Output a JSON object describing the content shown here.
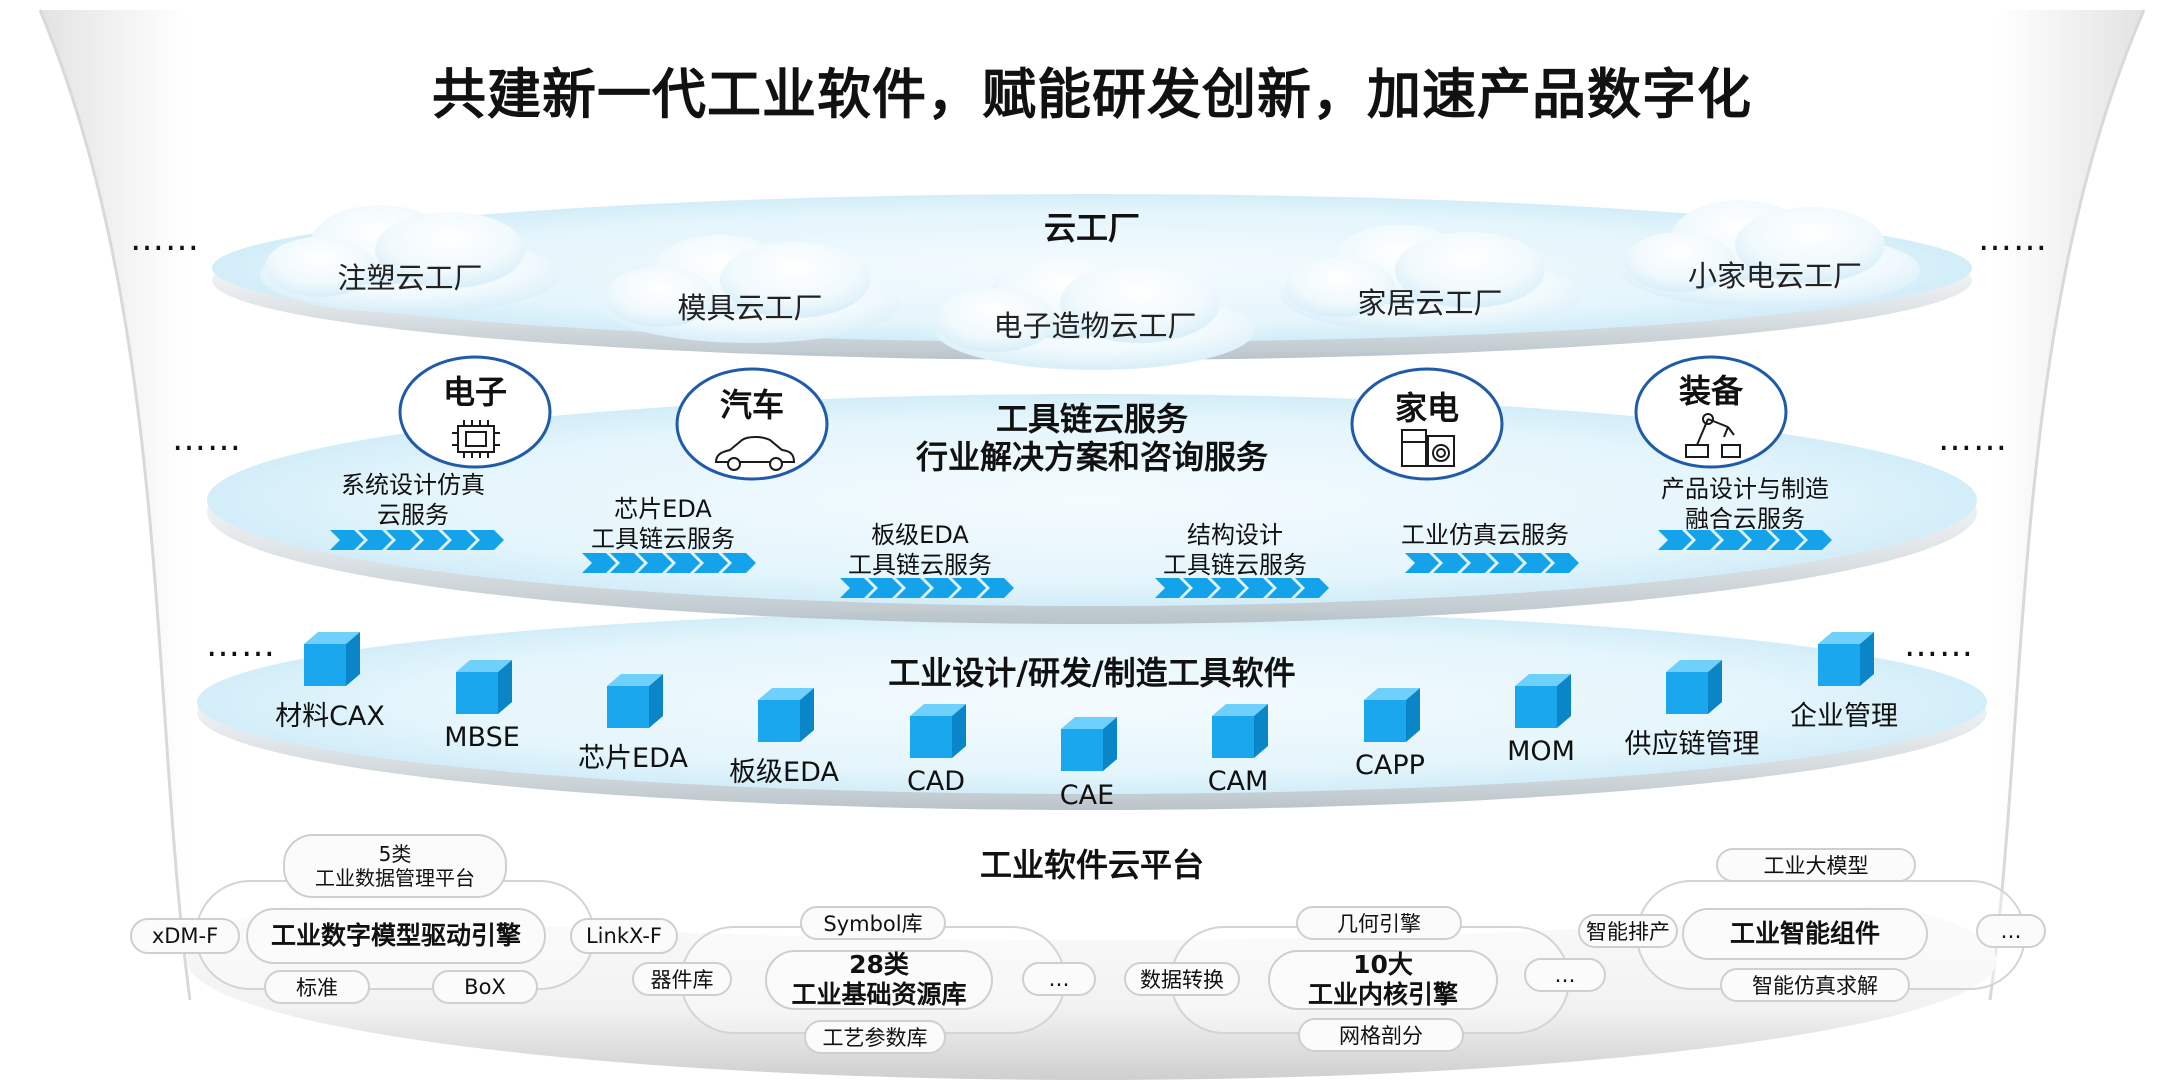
{
  "title": "共建新一代工业软件，赋能研发创新，加速产品数字化",
  "ellipsis": "……",
  "cloud_factory": {
    "title": "云工厂",
    "factories": [
      "注塑云工厂",
      "模具云工厂",
      "电子造物云工厂",
      "家居云工厂",
      "小家电云工厂"
    ]
  },
  "toolchain": {
    "title_line1": "工具链云服务",
    "title_line2": "行业解决方案和咨询服务",
    "industries": [
      "电子",
      "汽车",
      "家电",
      "装备"
    ],
    "industry_icons": [
      "chip-icon",
      "car-icon",
      "appliance-icon",
      "robot-arm-icon"
    ],
    "services": [
      {
        "line1": "系统设计仿真",
        "line2": "云服务"
      },
      {
        "line1": "芯片EDA",
        "line2": "工具链云服务"
      },
      {
        "line1": "板级EDA",
        "line2": "工具链云服务"
      },
      {
        "line1": "结构设计",
        "line2": "工具链云服务"
      },
      {
        "line1": "工业仿真云服务",
        "line2": ""
      },
      {
        "line1": "产品设计与制造",
        "line2": "融合云服务"
      }
    ]
  },
  "tools": {
    "title": "工业设计/研发/制造工具软件",
    "items": [
      "材料CAX",
      "MBSE",
      "芯片EDA",
      "板级EDA",
      "CAD",
      "CAE",
      "CAM",
      "CAPP",
      "MOM",
      "供应链管理",
      "企业管理"
    ]
  },
  "platform": {
    "title": "工业软件云平台",
    "group1": {
      "top_line1": "5类",
      "top_line2": "工业数据管理平台",
      "core": "工业数字模型驱动引擎",
      "left": "xDM-F",
      "right": "LinkX-F",
      "bottom_left": "标准",
      "bottom_right": "BoX"
    },
    "group2": {
      "top": "Symbol库",
      "core_line1": "28类",
      "core_line2": "工业基础资源库",
      "left": "器件库",
      "right": "…",
      "bottom": "工艺参数库"
    },
    "group3": {
      "top": "几何引擎",
      "core_line1": "10大",
      "core_line2": "工业内核引擎",
      "left": "数据转换",
      "right": "…",
      "bottom": "网格剖分"
    },
    "group4": {
      "top": "工业大模型",
      "core": "工业智能组件",
      "left": "智能排产",
      "right": "…",
      "bottom": "智能仿真求解"
    }
  },
  "colors": {
    "cube_front": "#1aa7ee",
    "cube_top": "#6fd0fb",
    "cube_side": "#0a86c8",
    "chevron": "#14a3ea",
    "industry_circle": "#1f5ba8",
    "layer_fill": "#def3fb"
  }
}
